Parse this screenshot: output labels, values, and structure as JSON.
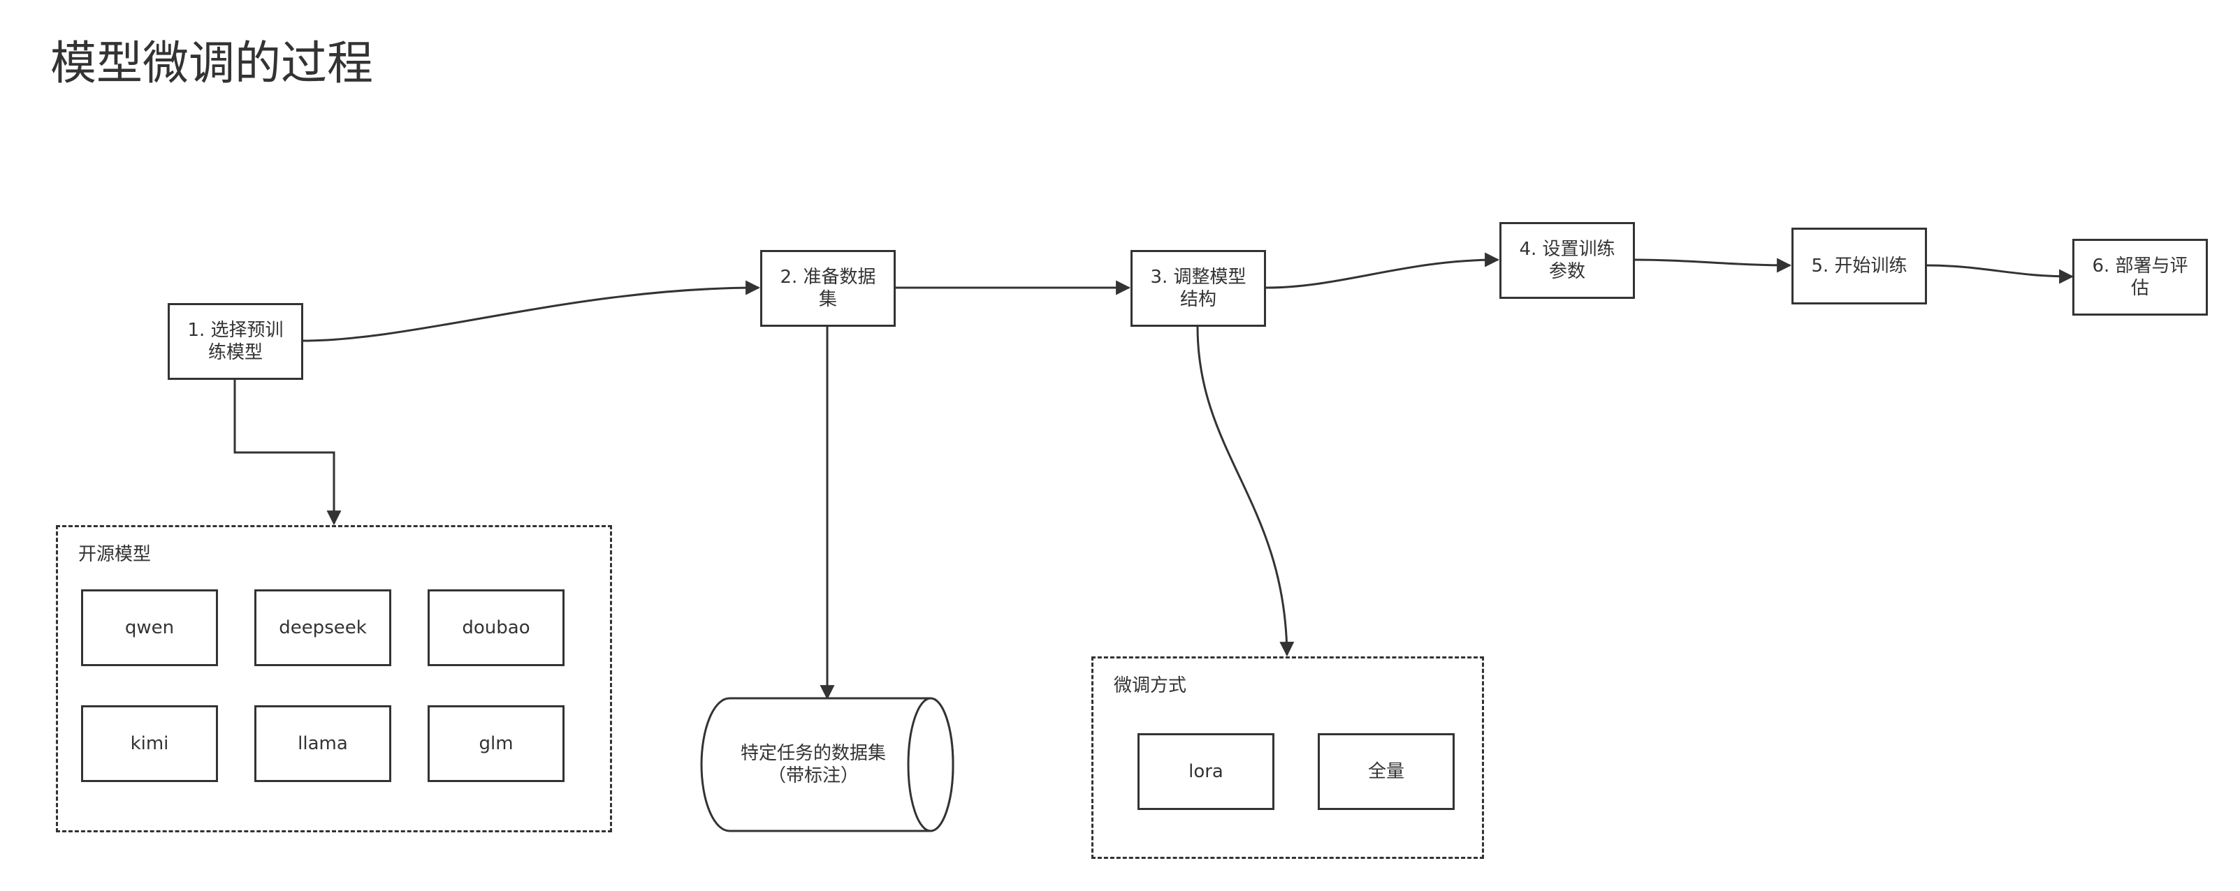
{
  "title": "模型微调的过程",
  "steps": [
    {
      "line1": "1. 选择预训",
      "line2": "练模型"
    },
    {
      "line1": "2. 准备数据",
      "line2": "集"
    },
    {
      "line1": "3. 调整模型",
      "line2": "结构"
    },
    {
      "line1": "4. 设置训练",
      "line2": "参数"
    },
    {
      "line1": "5. 开始训练",
      "line2": ""
    },
    {
      "line1": "6. 部署与评",
      "line2": "估"
    }
  ],
  "open_source_models": {
    "label": "开源模型",
    "items": [
      "qwen",
      "deepseek",
      "doubao",
      "kimi",
      "llama",
      "glm"
    ]
  },
  "dataset": {
    "line1": "特定任务的数据集",
    "line2": "（带标注）"
  },
  "finetune_methods": {
    "label": "微调方式",
    "items": [
      "lora",
      "全量"
    ]
  },
  "colors": {
    "stroke": "#333333",
    "background": "#ffffff",
    "text": "#333333"
  }
}
